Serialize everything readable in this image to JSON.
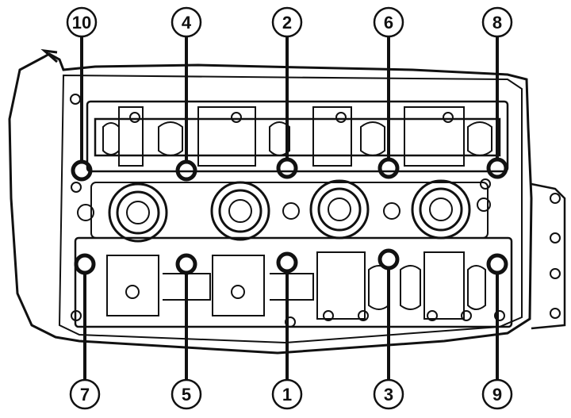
{
  "diagram": {
    "callouts_top": [
      "10",
      "4",
      "2",
      "6",
      "8"
    ],
    "callouts_bottom": [
      "7",
      "5",
      "1",
      "3",
      "9"
    ],
    "colors": {
      "ink": "#111111",
      "paper": "#ffffff"
    }
  }
}
